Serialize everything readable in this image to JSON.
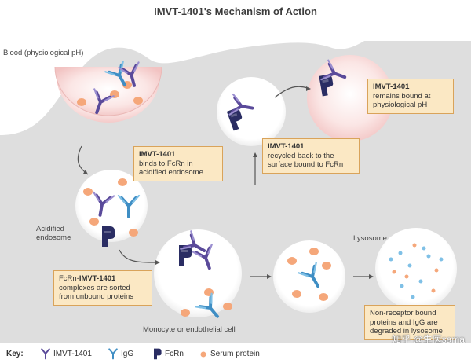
{
  "title": "IMVT-1401's Mechanism of Action",
  "labels": {
    "blood": "Blood (physiological pH)",
    "acidified_endosome": "Acidified endosome",
    "lysosome": "Lysosome",
    "cell": "Monocyte or endothelial cell"
  },
  "boxes": {
    "binds": {
      "bold": "IMVT-1401",
      "text": "binds to FcRn in acidified endosome"
    },
    "recycled": {
      "bold": "IMVT-1401",
      "text": "recycled back to the surface bound to FcRn"
    },
    "remains": {
      "bold": "IMVT-1401",
      "text": "remains bound at physiological pH"
    },
    "sorted": {
      "prefix": "FcRn-",
      "bold": "IMVT-1401",
      "text": "complexes are sorted from unbound proteins"
    },
    "degraded": {
      "text": "Non-receptor bound proteins and IgG are degraded in lysosome"
    }
  },
  "key": {
    "title": "Key:",
    "items": [
      {
        "label": "IMVT-1401",
        "icon": "imvt-1401-icon",
        "color": "#5a4a9a"
      },
      {
        "label": "IgG",
        "icon": "igg-icon",
        "color": "#3f8ec4"
      },
      {
        "label": "FcRn",
        "icon": "fcrn-icon",
        "color": "#2a2d63"
      },
      {
        "label": "Serum protein",
        "icon": "serum-protein-icon",
        "color": "#f5a77a"
      }
    ]
  },
  "watermark": "知乎 @生医sama",
  "colors": {
    "cell_gray": "#dedede",
    "blood_pink": "#f7d4d3",
    "box_fill": "#fbe8c4",
    "box_border": "#d9a35a",
    "fcrn_navy": "#2a2d63",
    "igg_blue": "#3f8ec4",
    "imvt_purple": "#5a4a9a",
    "serum_orange": "#f5a77a"
  }
}
